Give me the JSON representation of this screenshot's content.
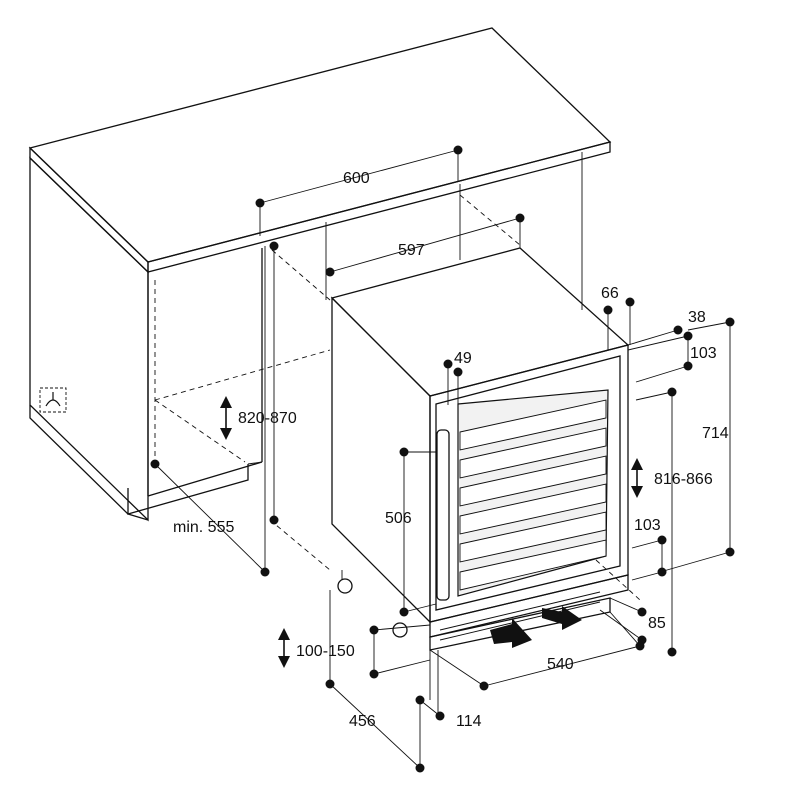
{
  "dimensions": {
    "cabinet_width": "600",
    "niche_width": "597",
    "niche_height": "820-870",
    "niche_depth": "min. 555",
    "handle_offset": "49",
    "top_offset": "66",
    "side_gap": "38",
    "top_gap": "103",
    "overall_height": "714",
    "adjustable_height": "816-866",
    "shelf_height": "506",
    "bottom_gap": "103",
    "vent_depth": "85",
    "foot_height": "100-150",
    "base_width": "540",
    "base_depth": "456",
    "plinth_depth": "114"
  }
}
